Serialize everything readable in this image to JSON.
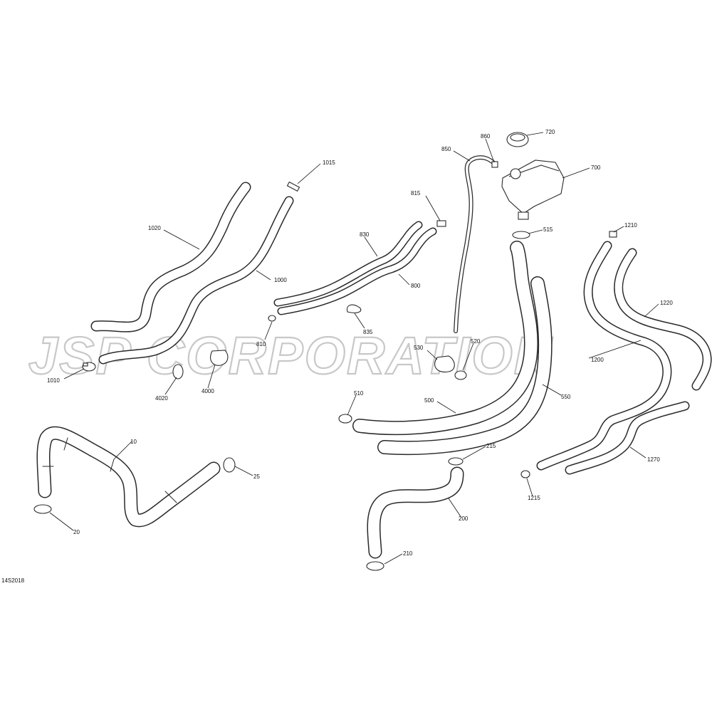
{
  "diagram_code": "14S2018",
  "watermark": "JSP CORPORATION",
  "callouts": [
    {
      "id": "c-10",
      "text": "10"
    },
    {
      "id": "c-20",
      "text": "20"
    },
    {
      "id": "c-25",
      "text": "25"
    },
    {
      "id": "c-200",
      "text": "200"
    },
    {
      "id": "c-210",
      "text": "210"
    },
    {
      "id": "c-215",
      "text": "215"
    },
    {
      "id": "c-500",
      "text": "500"
    },
    {
      "id": "c-510",
      "text": "510"
    },
    {
      "id": "c-515",
      "text": "515"
    },
    {
      "id": "c-520",
      "text": "520"
    },
    {
      "id": "c-530",
      "text": "530"
    },
    {
      "id": "c-550",
      "text": "550"
    },
    {
      "id": "c-700",
      "text": "700"
    },
    {
      "id": "c-720",
      "text": "720"
    },
    {
      "id": "c-800",
      "text": "800"
    },
    {
      "id": "c-810",
      "text": "810"
    },
    {
      "id": "c-815",
      "text": "815"
    },
    {
      "id": "c-830",
      "text": "830"
    },
    {
      "id": "c-835",
      "text": "835"
    },
    {
      "id": "c-850",
      "text": "850"
    },
    {
      "id": "c-860",
      "text": "860"
    },
    {
      "id": "c-1000",
      "text": "1000"
    },
    {
      "id": "c-1010",
      "text": "1010"
    },
    {
      "id": "c-1015",
      "text": "1015"
    },
    {
      "id": "c-1020",
      "text": "1020"
    },
    {
      "id": "c-1200",
      "text": "1200"
    },
    {
      "id": "c-1210",
      "text": "1210"
    },
    {
      "id": "c-1215",
      "text": "1215"
    },
    {
      "id": "c-1220",
      "text": "1220"
    },
    {
      "id": "c-1270",
      "text": "1270"
    },
    {
      "id": "c-4000",
      "text": "4000"
    },
    {
      "id": "c-4020",
      "text": "4020"
    }
  ]
}
